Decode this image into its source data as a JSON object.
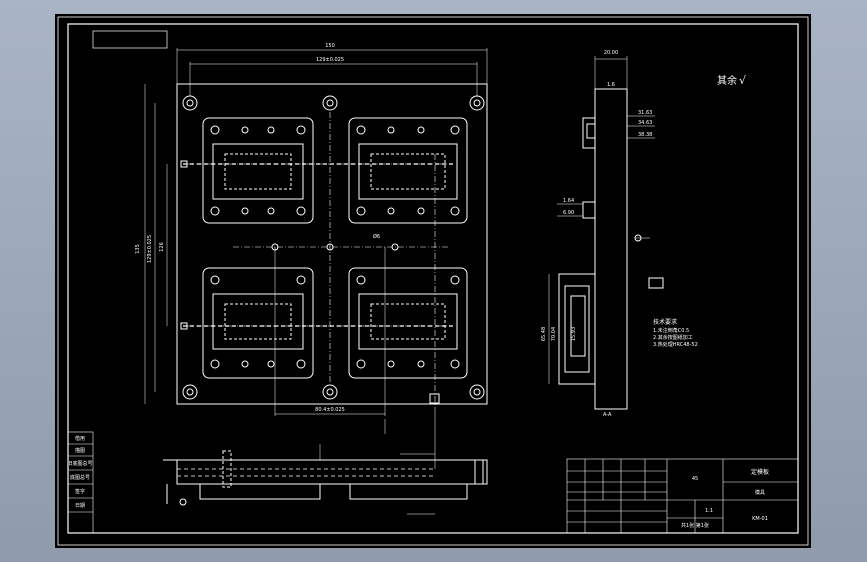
{
  "drawing": {
    "colors": {
      "background": "#000000",
      "lines": "#ffffff",
      "center_lines": "#ffffff",
      "frame": "#ffffff"
    },
    "plan": {
      "dim_total_width": "150",
      "dim_hole_pitch_x": "129±0.025",
      "dim_height": "135",
      "dim_hole_pitch_y": "129±0.025",
      "dim_inner": "126",
      "dim_bottom": "80.4±0.025",
      "gate_label": "Ø6"
    },
    "side": {
      "dim_top": "20.00",
      "dim_a": "1.6",
      "dim_b": "31.63",
      "dim_c": "34.63",
      "dim_d": "38.38",
      "dim_e": "1.64",
      "dim_f": "6.90",
      "dim_g": "65.48",
      "dim_h": "70.04",
      "dim_i": "15.93"
    },
    "rough_note": "其余",
    "rough_symbol": "√",
    "notes_title": "技术要求",
    "notes_lines": [
      "1.未注倒角C0.5",
      "2.其余按图纸加工",
      "3.热处理HRC48-52"
    ],
    "section_label": "A-A",
    "title_block": {
      "company": "模具",
      "part_name": "定模板",
      "material": "45",
      "scale": "1:1",
      "sheet": "共1张 第1张",
      "drawing_no": "KM-01"
    },
    "left_table": [
      "借用",
      "描图",
      "旧底图总号",
      "底图总号",
      "签字",
      "日期"
    ]
  }
}
